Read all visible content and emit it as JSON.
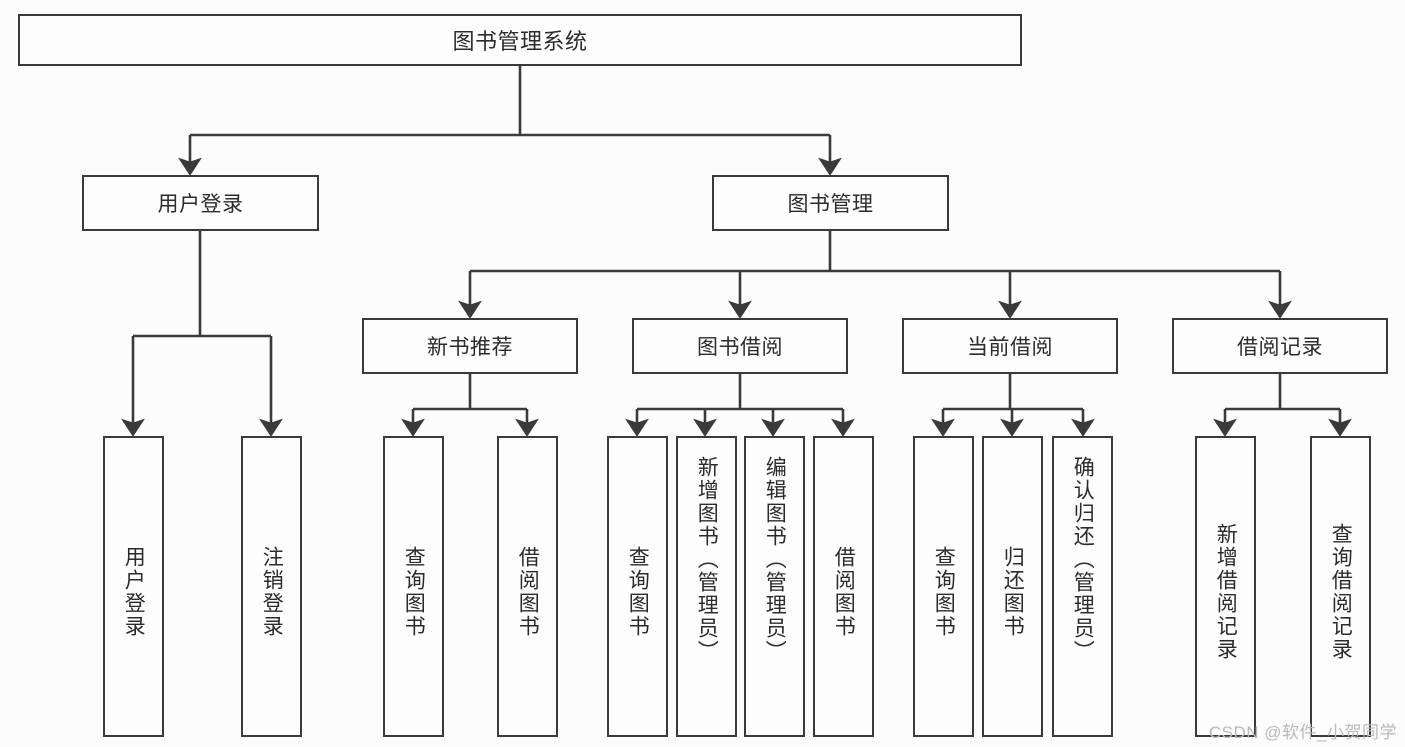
{
  "diagram": {
    "title": "图书管理系统",
    "type": "tree",
    "watermark": "CSDN @软件_小贺同学",
    "colors": {
      "background": "#fcfcfc",
      "node_fill": "#fdfdfd",
      "border": "#3a3a3a",
      "text": "#2b2b2b",
      "watermark": "#b9b9b9"
    },
    "root": {
      "label": "图书管理系统"
    },
    "level1": [
      {
        "label": "用户登录"
      },
      {
        "label": "图书管理"
      }
    ],
    "level2": [
      {
        "label": "新书推荐"
      },
      {
        "label": "图书借阅"
      },
      {
        "label": "当前借阅"
      },
      {
        "label": "借阅记录"
      }
    ],
    "leaves": {
      "user_login": [
        {
          "label": "用户登录"
        },
        {
          "label": "注销登录"
        }
      ],
      "new_book_recommend": [
        {
          "label": "查询图书"
        },
        {
          "label": "借阅图书"
        }
      ],
      "book_borrow": [
        {
          "label": "查询图书"
        },
        {
          "label": "新增图书（管理员）"
        },
        {
          "label": "编辑图书（管理员）"
        },
        {
          "label": "借阅图书"
        }
      ],
      "current_borrow": [
        {
          "label": "查询图书"
        },
        {
          "label": "归还图书"
        },
        {
          "label": "确认归还（管理员）"
        }
      ],
      "borrow_record": [
        {
          "label": "新增借阅记录"
        },
        {
          "label": "查询借阅记录"
        }
      ]
    }
  }
}
